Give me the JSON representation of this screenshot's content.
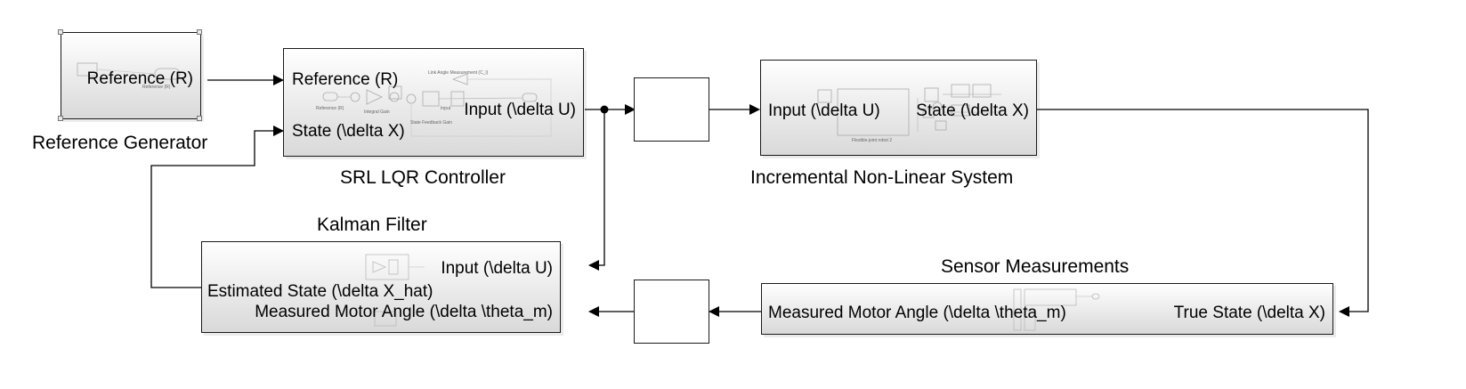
{
  "blocks": {
    "reference_generator": {
      "label": "Reference Generator",
      "port_out": "Reference (R)",
      "inner_label": "Reference (R)"
    },
    "controller": {
      "label": "SRL LQR Controller",
      "port_in_1": "Reference (R)",
      "port_in_2": "State (\\delta X)",
      "port_out": "Input (\\delta U)",
      "inner_labels": {
        "reference": "Reference (R)",
        "integral_gain": "Integral Gain",
        "link_angle": "Link Angle Measurement (C_l)",
        "state_feedback": "State Feedback Gain",
        "input": "Input"
      }
    },
    "plant": {
      "label": "Incremental Non-Linear System",
      "port_in": "Input (\\delta U)",
      "port_out": "State (\\delta X)",
      "inner_label": "Flexible-joint robot 2"
    },
    "kalman": {
      "label": "Kalman Filter",
      "port_in_1": "Input (\\delta U)",
      "port_in_2": "Measured Motor Angle (\\delta \\theta_m)",
      "port_out": "Estimated State (\\delta X_hat)"
    },
    "sensor": {
      "label": "Sensor Measurements",
      "port_in": "True State (\\delta X)",
      "port_out": "Measured Motor Angle (\\delta \\theta_m)"
    }
  },
  "colors": {
    "line": "#000000",
    "block_top": "#ffffff",
    "block_bottom": "#d9d9d9",
    "background": "#ffffff"
  }
}
